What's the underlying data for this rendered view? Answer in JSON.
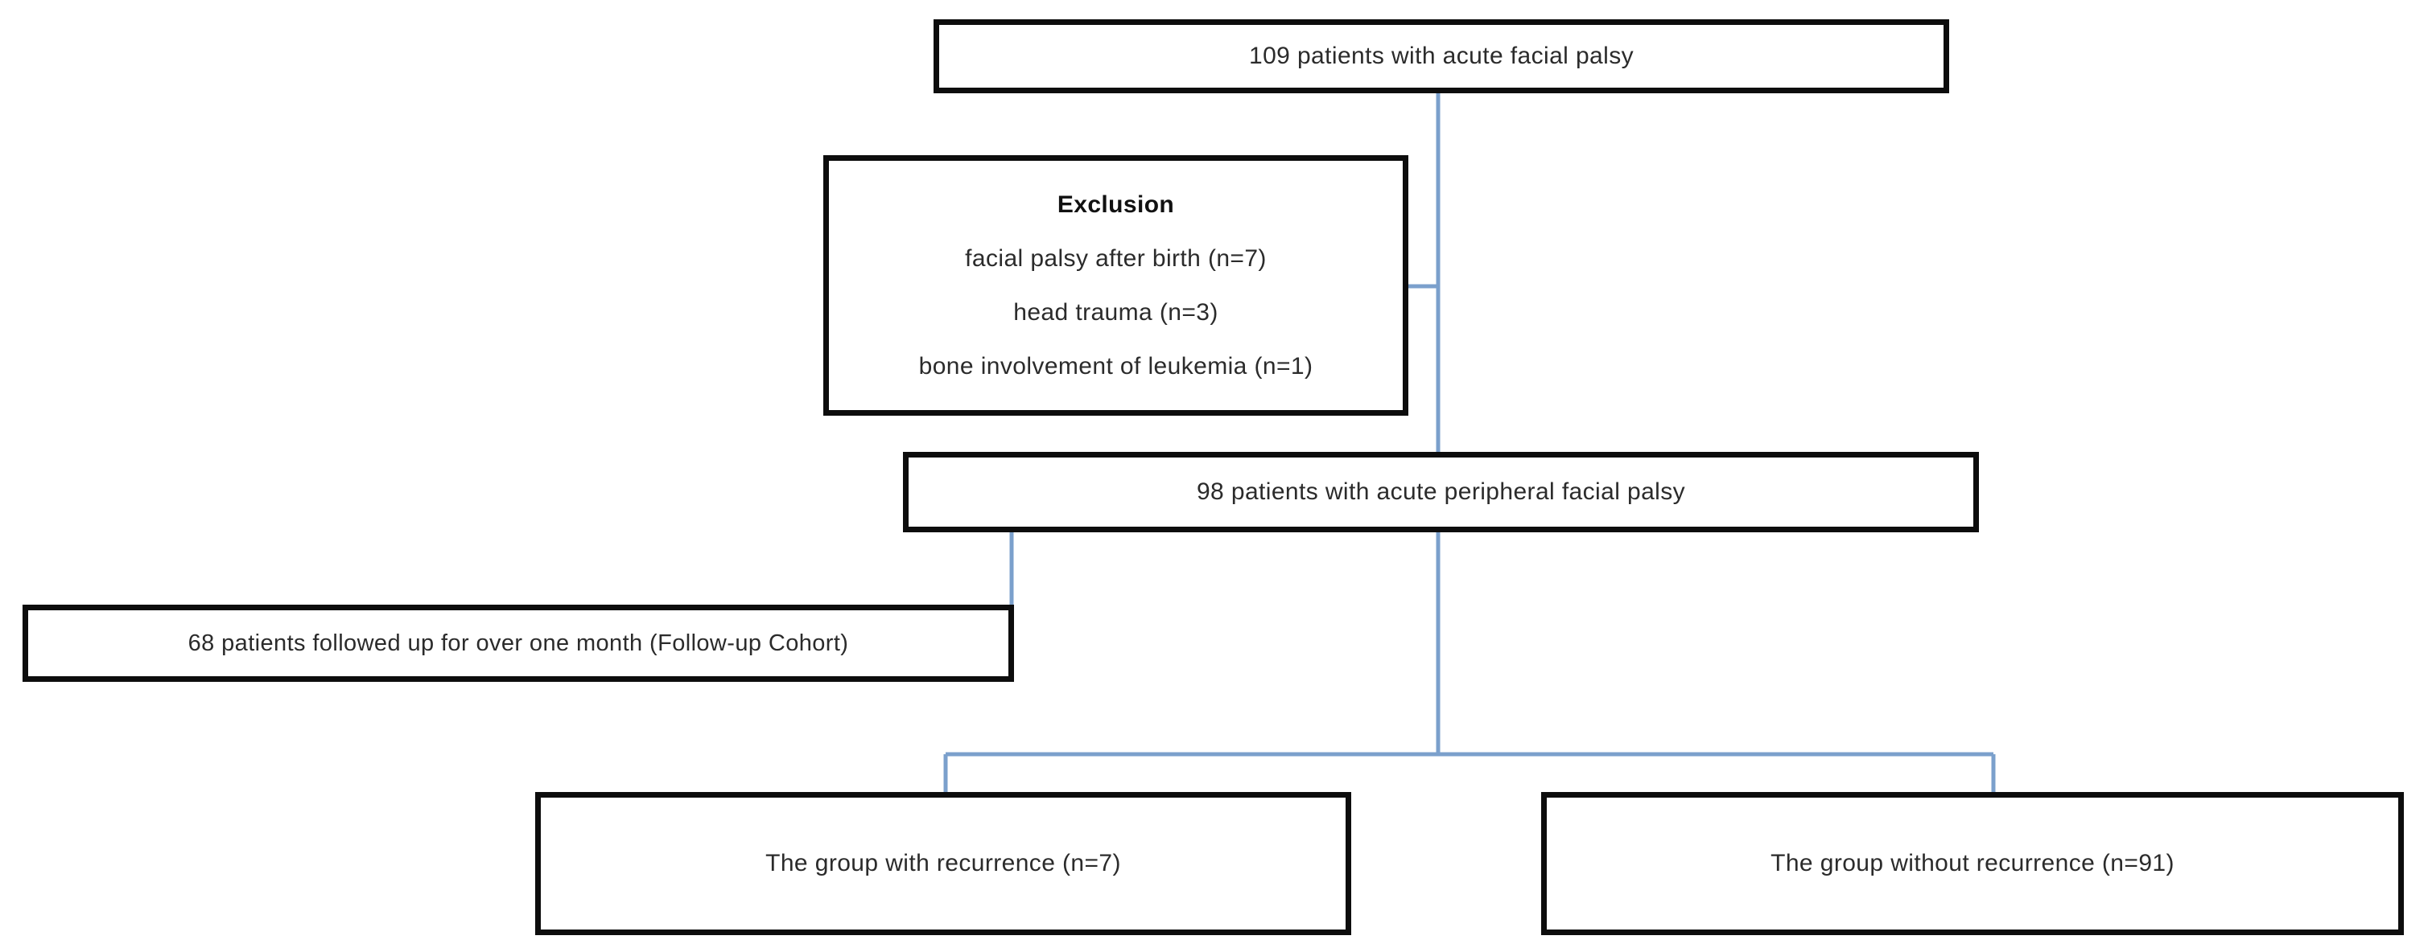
{
  "diagram": {
    "type": "flowchart",
    "title": "Patient enrollment flow for acute facial palsy cohort",
    "connector_color": "#7ba0cc",
    "box_border_color": "#0d0d0d",
    "background_color": "#ffffff",
    "nodes": {
      "total": {
        "label": "109 patients with acute facial palsy",
        "count": 109
      },
      "exclusion": {
        "heading": "Exclusion",
        "items": [
          "facial palsy after birth (n=7)",
          "head trauma (n=3)",
          "bone involvement of leukemia (n=1)"
        ]
      },
      "peripheral": {
        "label": "98 patients with acute peripheral facial palsy",
        "count": 98
      },
      "followup": {
        "label": "68 patients followed up for over one month (Follow-up Cohort)",
        "count": 68
      },
      "recurrence": {
        "label": "The group with recurrence  (n=7)",
        "count": 7
      },
      "no_recurrence": {
        "label": "The group without recurrence  (n=91)",
        "count": 91
      }
    }
  }
}
